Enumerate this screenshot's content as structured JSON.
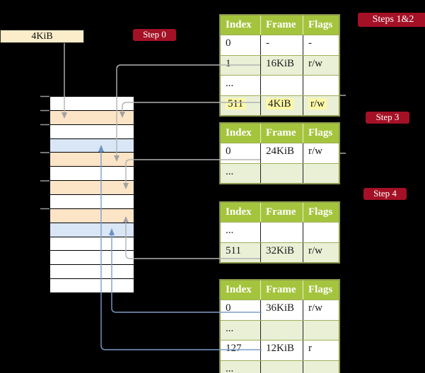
{
  "root_pointer": {
    "label": "4KiB"
  },
  "badges": {
    "step0": "Step 0",
    "steps12": "Steps 1&2",
    "step3": "Step 3",
    "step4": "Step 4"
  },
  "memory": {
    "description": "physical memory column, one row per 4KiB frame, top = 0KiB",
    "rows": [
      "free",
      "pagetable",
      "free",
      "data",
      "pagetable",
      "free",
      "pagetable",
      "free",
      "pagetable",
      "data",
      "free",
      "free",
      "free",
      "free"
    ]
  },
  "tables": [
    {
      "headers": [
        "Index",
        "Frame",
        "Flags"
      ],
      "rows": [
        {
          "cells": [
            "0",
            "-",
            "-"
          ]
        },
        {
          "cells": [
            "1",
            "16KiB",
            "r/w"
          ]
        },
        {
          "cells": [
            "...",
            "",
            ""
          ]
        },
        {
          "cells": [
            "511",
            "4KiB",
            "r/w"
          ]
        }
      ]
    },
    {
      "headers": [
        "Index",
        "Frame",
        "Flags"
      ],
      "rows": [
        {
          "cells": [
            "0",
            "24KiB",
            "r/w"
          ]
        },
        {
          "cells": [
            "...",
            "",
            ""
          ]
        }
      ]
    },
    {
      "headers": [
        "Index",
        "Frame",
        "Flags"
      ],
      "rows": [
        {
          "cells": [
            "...",
            "",
            ""
          ]
        },
        {
          "cells": [
            "511",
            "32KiB",
            "r/w"
          ]
        }
      ]
    },
    {
      "headers": [
        "Index",
        "Frame",
        "Flags"
      ],
      "rows": [
        {
          "cells": [
            "0",
            "36KiB",
            "r/w"
          ]
        },
        {
          "cells": [
            "...",
            "",
            ""
          ]
        },
        {
          "cells": [
            "127",
            "12KiB",
            "r"
          ]
        },
        {
          "cells": [
            "...",
            "",
            ""
          ]
        }
      ]
    }
  ],
  "arrows": [
    {
      "from": "root-pointer-box",
      "to": "memory-frame-4KiB",
      "color": "gray"
    },
    {
      "from": "table1-entry-1-16KiB",
      "to": "memory-frame-16KiB",
      "color": "gray"
    },
    {
      "from": "table1-entry-511-4KiB",
      "to": "memory-frame-4KiB",
      "color": "gray"
    },
    {
      "from": "table2-entry-0-24KiB",
      "to": "memory-frame-24KiB",
      "color": "gray"
    },
    {
      "from": "table3-entry-511-32KiB",
      "to": "memory-frame-32KiB",
      "color": "gray"
    },
    {
      "from": "table4-entry-0-36KiB",
      "to": "memory-frame-36KiB",
      "color": "blue"
    },
    {
      "from": "table4-entry-127-12KiB",
      "to": "memory-frame-12KiB",
      "color": "blue"
    }
  ],
  "colors": {
    "badge_red": "#a41126",
    "table_header_green": "#a5c43e",
    "table_row_green": "#e9f0d6",
    "highlight_yellow": "#fdf8a6",
    "memory_pagetable": "#fce4c7",
    "memory_data": "#d9e6f5",
    "root_box_cream": "#fcedca",
    "arrow_gray": "#b3b3b3",
    "arrow_blue": "#7d9ec9"
  }
}
